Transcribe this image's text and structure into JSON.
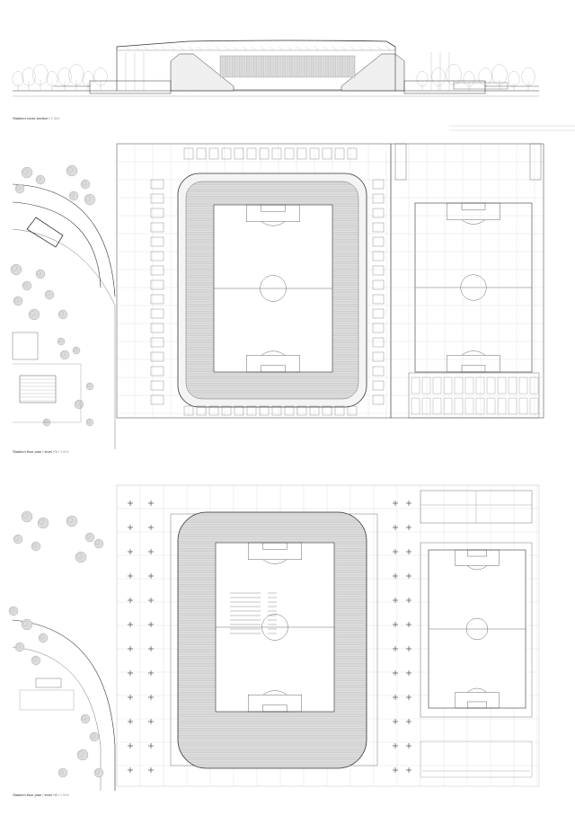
{
  "captions": {
    "section": {
      "title": "Stadium cross section /",
      "scale": "1:500"
    },
    "plan1": {
      "title": "Stadium floor plan / level +1 /",
      "scale": "1:500"
    },
    "plan2": {
      "title": "Stadium floor plan / level +2 /",
      "scale": "1:500"
    }
  },
  "colors": {
    "line": "#333333",
    "light": "#9a9a9a",
    "tree": "#bdbdbd",
    "field": "#ffffff",
    "stands": "#cfcfcf"
  }
}
